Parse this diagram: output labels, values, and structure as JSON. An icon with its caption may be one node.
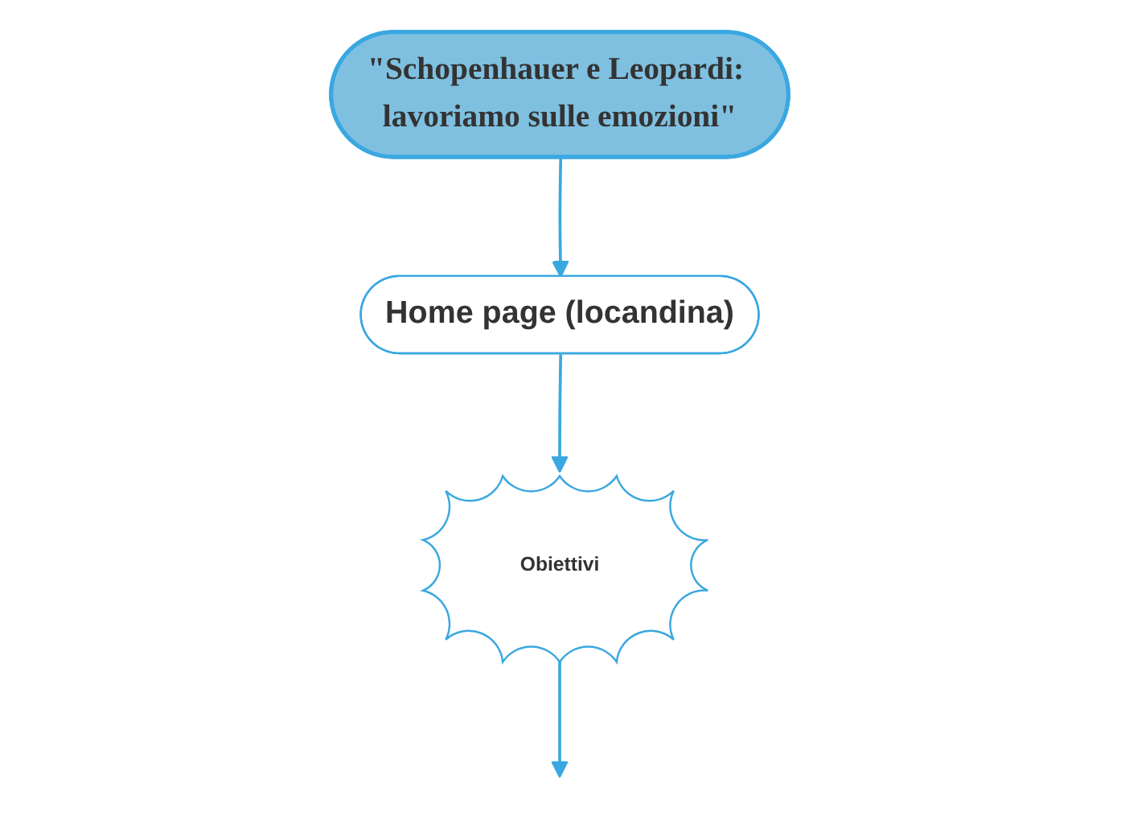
{
  "diagram": {
    "nodes": [
      {
        "text": [
          "\"Schopenhauer e Leopardi: lavoriamo sulle emozioni\""
        ]
      },
      {
        "text": [
          "Home page (locandina)"
        ]
      },
      {
        "text": [
          "Obiettivi"
        ]
      }
    ],
    "edges": [
      {
        "from": 0,
        "to": 1,
        "arrow": "to"
      },
      {
        "from": 1,
        "to": 2,
        "arrow": "to"
      },
      {
        "from": 2,
        "to": null,
        "arrow": "to"
      }
    ]
  }
}
